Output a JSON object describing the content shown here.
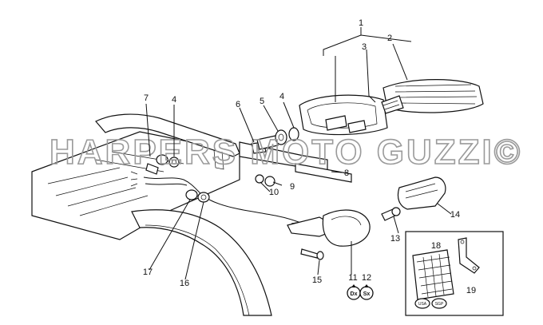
{
  "watermark": "HARPERS MOTO GUZZI©",
  "callouts": {
    "c1": "1",
    "c2": "2",
    "c3": "3",
    "c4a": "4",
    "c4b": "4",
    "c5": "5",
    "c6": "6",
    "c7": "7",
    "c8": "8",
    "c9": "9",
    "c10": "10",
    "c11": "11",
    "c12": "12",
    "c13": "13",
    "c14": "14",
    "c15": "15",
    "c16": "16",
    "c17": "17",
    "c18": "18",
    "c19": "19"
  },
  "side_badges": {
    "right": "Dx",
    "left": "Sx"
  },
  "market_badges": {
    "usa": "USA",
    "sgp": "SGP"
  }
}
